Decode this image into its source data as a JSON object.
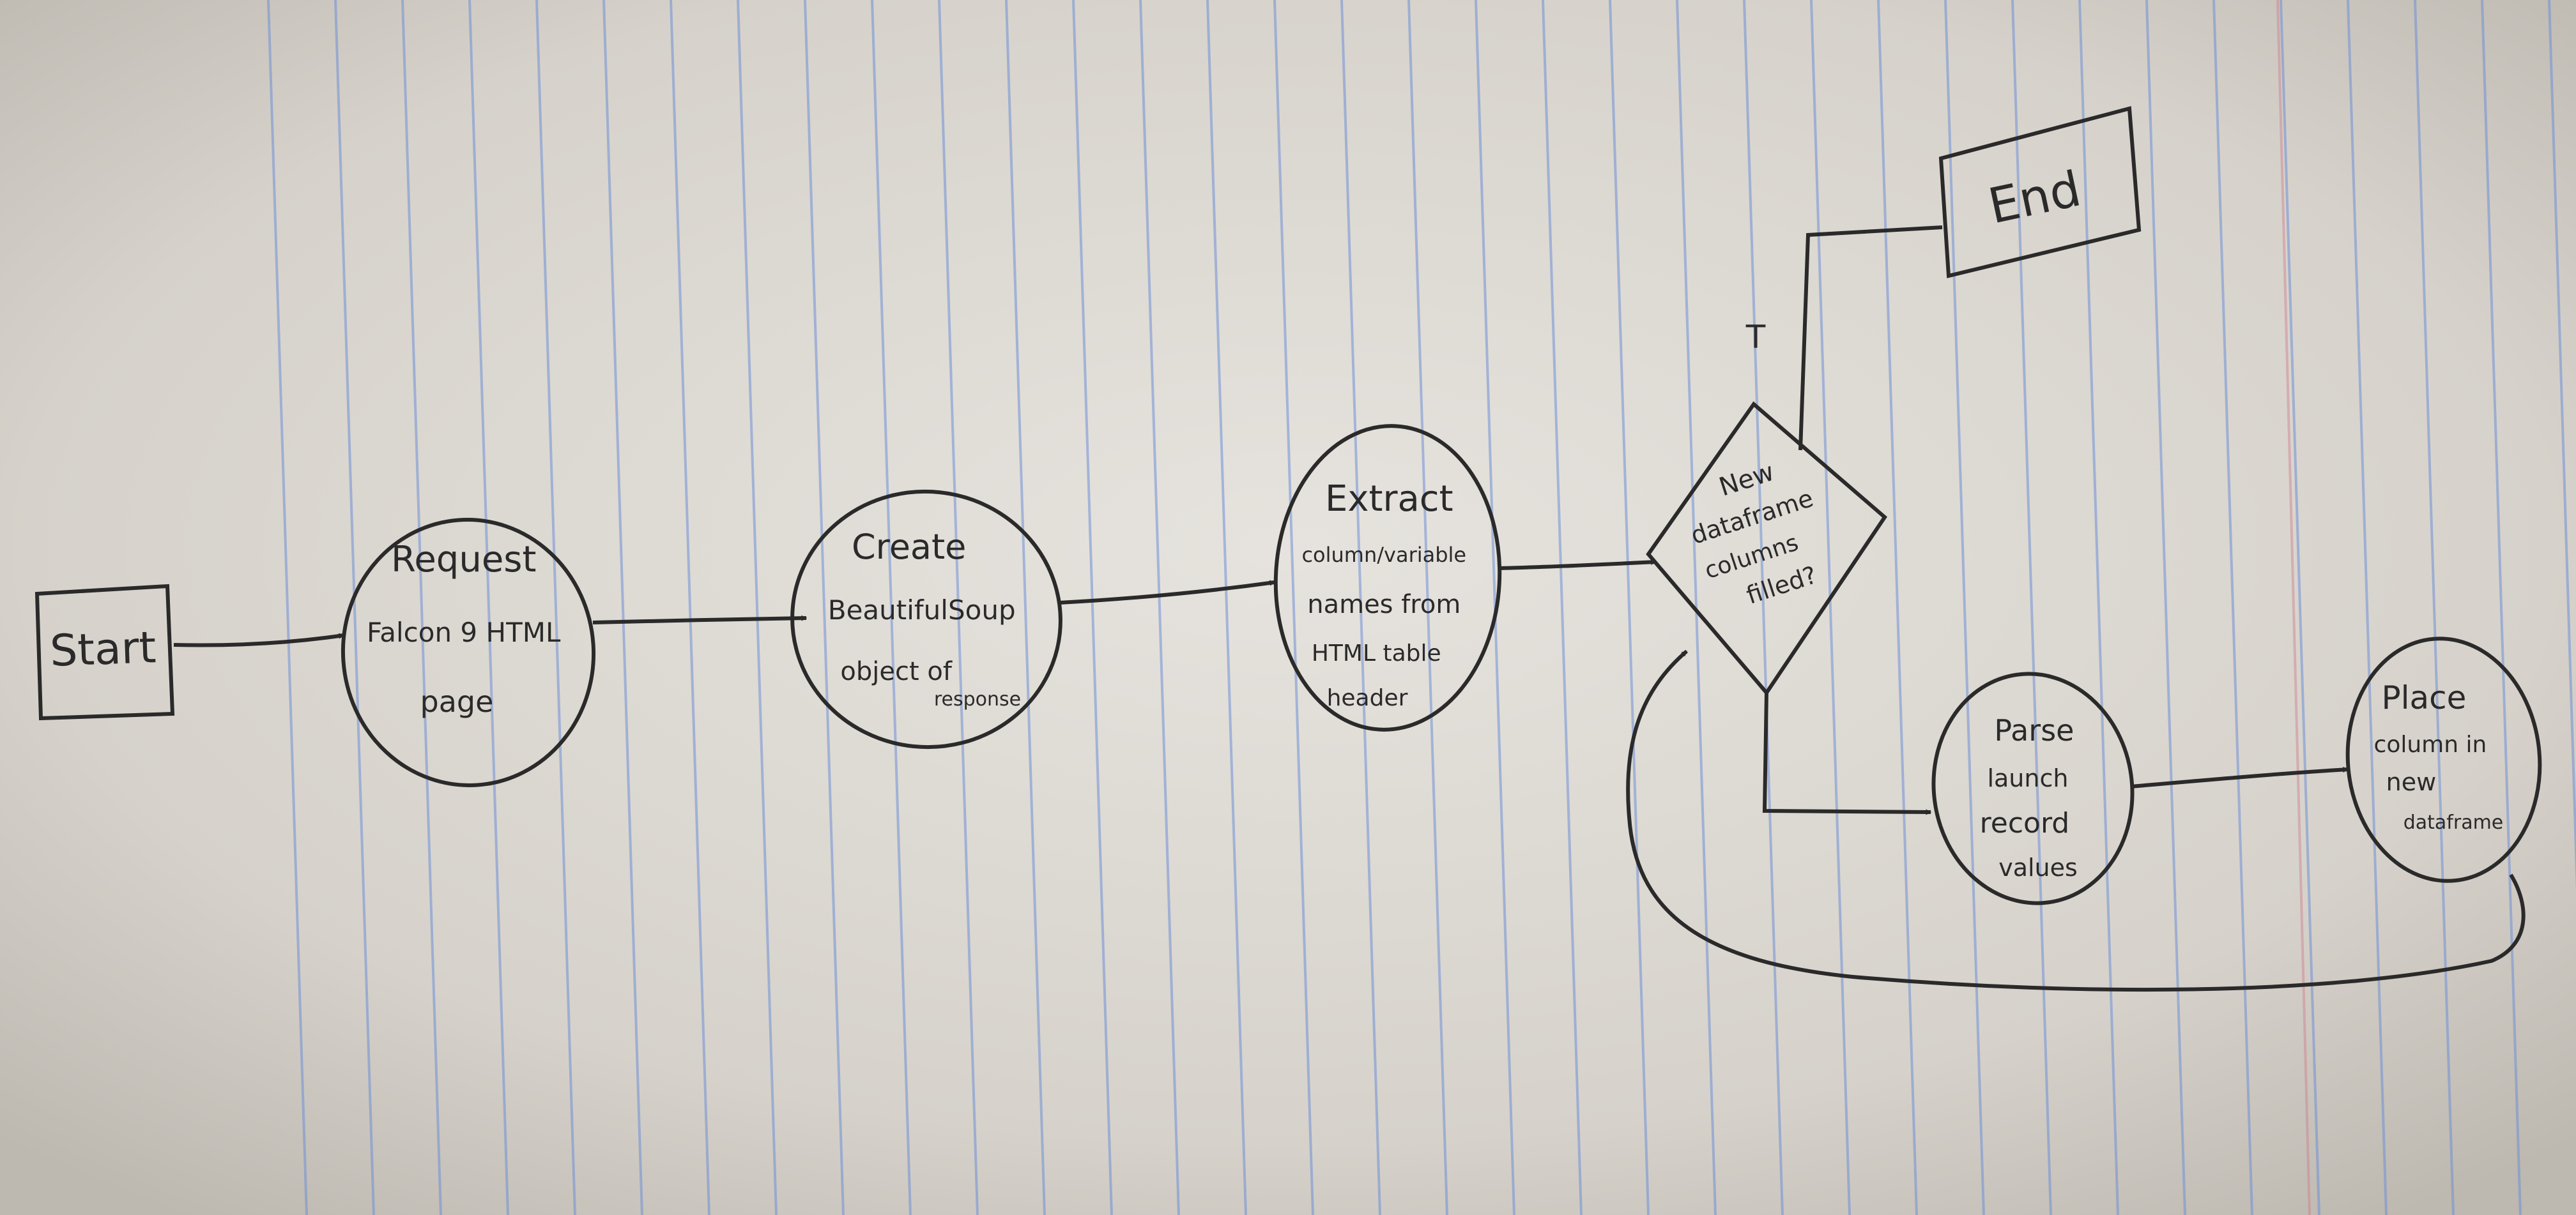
{
  "diagram": {
    "nodes": [
      {
        "id": "start",
        "shape": "rectangle",
        "lines": [
          "Start"
        ]
      },
      {
        "id": "request",
        "shape": "circle",
        "lines": [
          "Request",
          "Falcon 9 HTML",
          "page"
        ]
      },
      {
        "id": "soup",
        "shape": "circle",
        "lines": [
          "Create",
          "BeautifulSoup",
          "object of",
          "response"
        ]
      },
      {
        "id": "extract",
        "shape": "circle",
        "lines": [
          "Extract",
          "column/variable",
          "names from",
          "HTML table",
          "header"
        ]
      },
      {
        "id": "decision",
        "shape": "diamond",
        "lines": [
          "New",
          "dataframe",
          "columns",
          "filled?"
        ]
      },
      {
        "id": "end",
        "shape": "rectangle",
        "lines": [
          "End"
        ]
      },
      {
        "id": "parse",
        "shape": "circle",
        "lines": [
          "Parse",
          "launch",
          "record",
          "values"
        ]
      },
      {
        "id": "place",
        "shape": "circle",
        "lines": [
          "Place",
          "column in",
          "new",
          "dataframe"
        ]
      }
    ],
    "edge_labels": {
      "true_branch": "T"
    },
    "colors": {
      "paper": "#dcd8d2",
      "rule_line": "#6f8fd6",
      "margin_line": "#cf7d8c",
      "ink": "#2b2a2a"
    }
  }
}
